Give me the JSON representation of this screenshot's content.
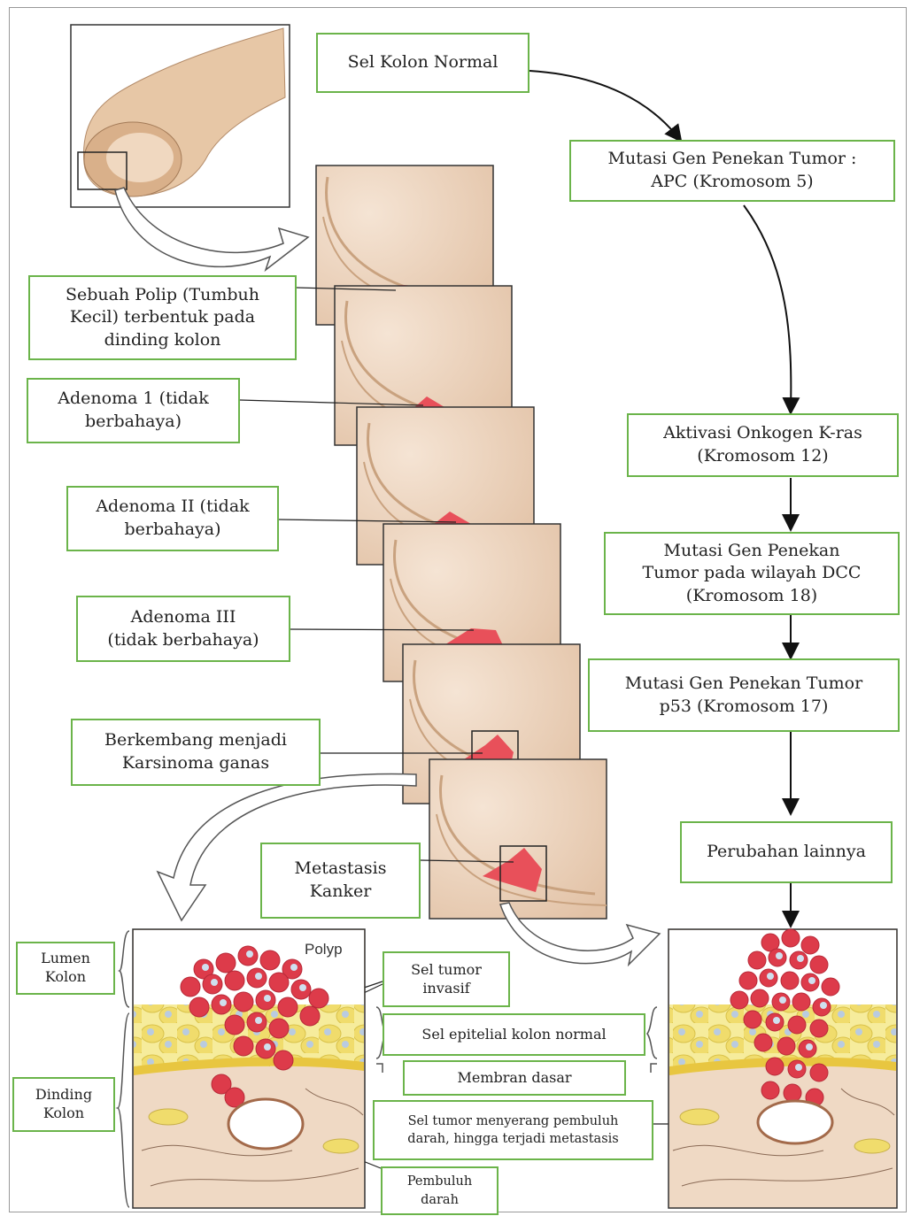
{
  "flow": {
    "normal_cell": "Sel Kolon Normal",
    "apc": "Mutasi Gen Penekan Tumor :\nAPC (Kromosom 5)",
    "kras": "Aktivasi Onkogen K-ras\n(Kromosom 12)",
    "dcc": "Mutasi Gen Penekan\nTumor pada wilayah DCC\n(Kromosom 18)",
    "p53": "Mutasi Gen Penekan Tumor\np53 (Kromosom  17)",
    "other": "Perubahan lainnya"
  },
  "stages": {
    "polyp": "Sebuah Polip (Tumbuh\nKecil) terbentuk pada\ndinding kolon",
    "adenoma1": "Adenoma 1 (tidak\nberbahaya)",
    "adenoma2": "Adenoma II (tidak\nberbahaya)",
    "adenoma3": "Adenoma III\n(tidak berbahaya)",
    "carcinoma": "Berkembang menjadi\nKarsinoma ganas",
    "metastasis": "Metastasis\nKanker"
  },
  "detail": {
    "polyp_label": "Polyp",
    "lumen": "Lumen\nKolon",
    "wall": "Dinding\nKolon",
    "invasive": "Sel tumor\ninvasif",
    "epithelial": "Sel epitelial kolon normal",
    "basement": "Membran dasar",
    "vessel_invasion": "Sel tumor menyerang pembuluh\ndarah, hingga terjadi metastasis",
    "vessel": "Pembuluh\ndarah"
  },
  "colors": {
    "box_border": "#6bb44a",
    "tissue": "#eed5bf",
    "tumor": "#e8505a",
    "epithelium": "#f3e27a"
  }
}
